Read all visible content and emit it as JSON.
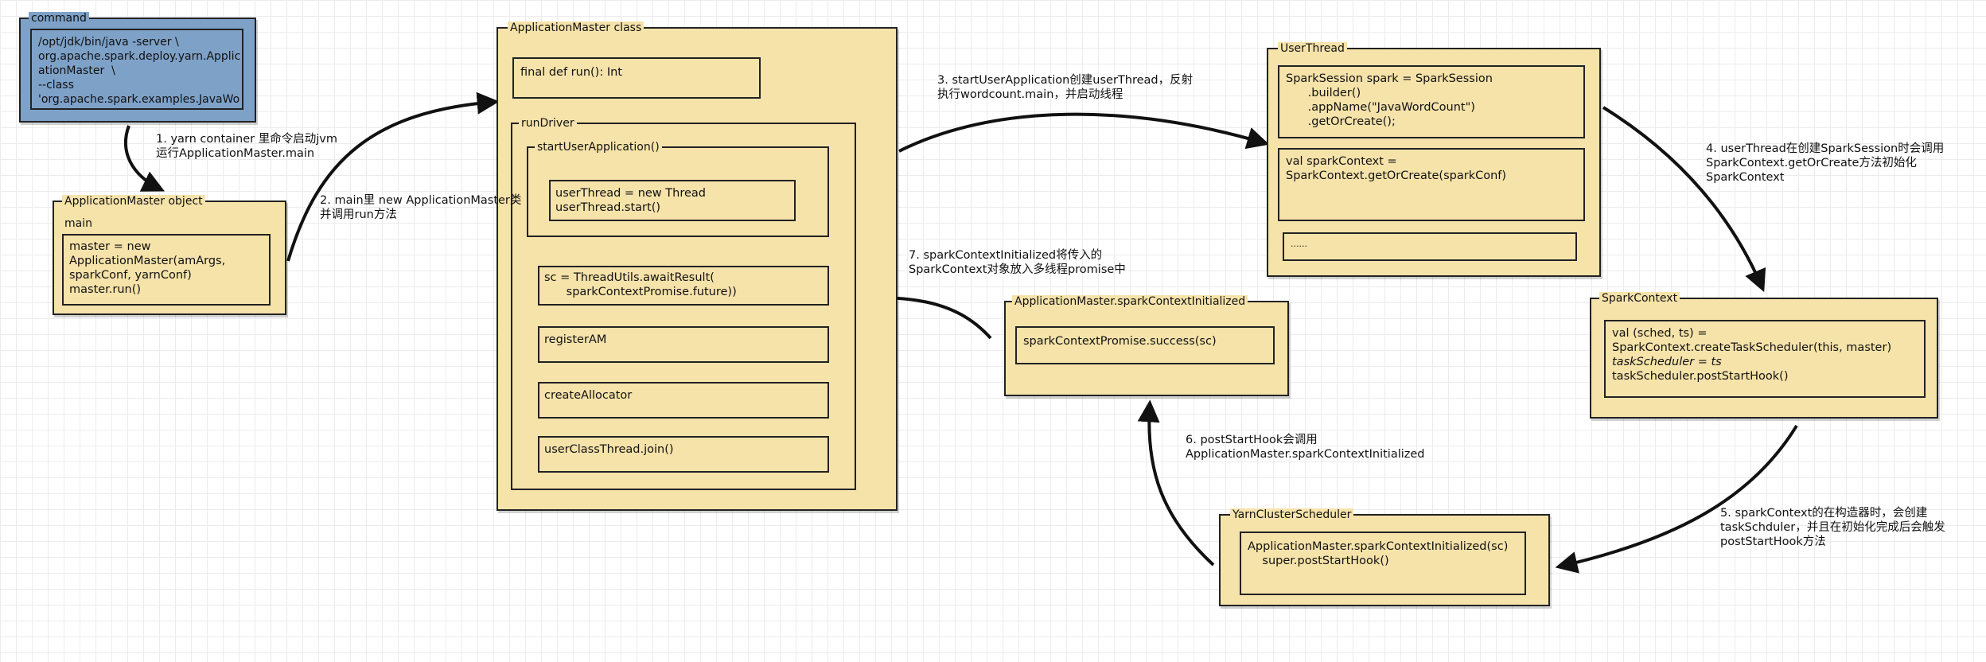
{
  "command": {
    "title": "command",
    "text": "/opt/jdk/bin/java -server \\\norg.apache.spark.deploy.yarn.Applic\nationMaster  \\\n--class\n'org.apache.spark.examples.JavaWo\nrdCount'"
  },
  "am_object": {
    "title": "ApplicationMaster object",
    "main_label": "main",
    "code": "master = new\nApplicationMaster(amArgs,\nsparkConf, yarnConf)\nmaster.run()"
  },
  "am_class": {
    "title": "ApplicationMaster class",
    "run_sig": "final def run(): Int",
    "run_driver": "runDriver",
    "start_user_app": "startUserApplication()",
    "user_thread_code": "userThread = new Thread\nuserThread.start()",
    "await_code": "sc = ThreadUtils.awaitResult(\n      sparkContextPromise.future))",
    "register_am": "registerAM",
    "create_allocator": "createAllocator",
    "join": "userClassThread.join()"
  },
  "user_thread": {
    "title": "UserThread",
    "session_code": "SparkSession spark = SparkSession\n      .builder()\n      .appName(\"JavaWordCount\")\n      .getOrCreate();",
    "context_code": "val sparkContext =\nSparkContext.getOrCreate(sparkConf)",
    "ellipsis": "......"
  },
  "spark_context": {
    "title": "SparkContext",
    "line1": "val (sched, ts) =",
    "line2": "SparkContext.createTaskScheduler(this, master)",
    "line3": "taskScheduler = ts",
    "line4": "taskScheduler.postStartHook()"
  },
  "am_sc_init": {
    "title": "ApplicationMaster.sparkContextInitialized",
    "code": "sparkContextPromise.success(sc)"
  },
  "yarn_cluster": {
    "title": "YarnClusterScheduler",
    "code": "ApplicationMaster.sparkContextInitialized(sc)\n    super.postStartHook()"
  },
  "notes": {
    "n1": "1. yarn container 里命令启动jvm\n运行ApplicationMaster.main",
    "n2": "2. main里 new ApplicationMaster类\n并调用run方法",
    "n3": "3. startUserApplication创建userThread，反射\n执行wordcount.main，并启动线程",
    "n4": "4. userThread在创建SparkSession时会调用\nSparkContext.getOrCreate方法初始化\nSparkContext",
    "n5": "5. sparkContext的在构造器时，会创建\ntaskSchduler，并且在初始化完成后会触发\npostStartHook方法",
    "n6": "6. postStartHook会调用\nApplicationMaster.sparkContextInitialized",
    "n7": "7. sparkContextInitialized将传入的\nSparkContext对象放入多线程promise中"
  },
  "colors": {
    "box_fill": "#f6e3aa",
    "command_fill": "#7ea1c8",
    "stroke": "#222222"
  }
}
